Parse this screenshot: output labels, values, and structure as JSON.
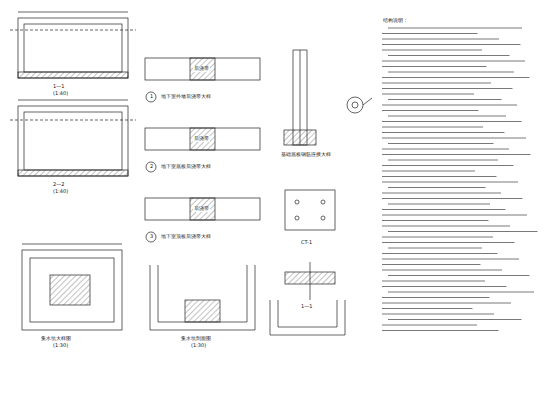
{
  "diagram": {
    "labels": [
      "1—1",
      "(1:40)",
      "2—2",
      "(1:40)",
      "集水坑大样图",
      "(1:30)",
      "集水坑剖面图",
      "(1:30)",
      "1",
      "地下室外墙后浇带大样",
      "2",
      "地下室底板后浇带大样",
      "3",
      "地下室顶板后浇带大样",
      "后浇带",
      "后浇带",
      "后浇带",
      "基础底板钢筋连接大样",
      "CT-1",
      "1—1",
      "结构说明："
    ]
  }
}
